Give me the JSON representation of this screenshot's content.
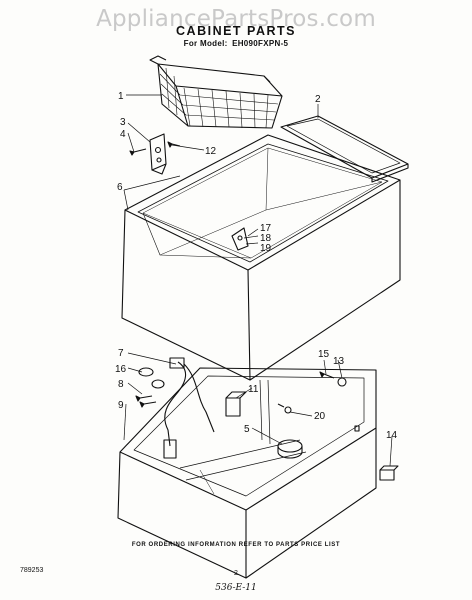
{
  "watermark": "AppliancePartsPros.com",
  "title": "CABINET PARTS",
  "model_label": "For Model:",
  "model_number": "EH090FXPN-5",
  "callouts": [
    "1",
    "2",
    "3",
    "4",
    "12",
    "6",
    "17",
    "18",
    "19",
    "7",
    "16",
    "8",
    "9",
    "11",
    "15",
    "13",
    "20",
    "5",
    "14"
  ],
  "footer_note": "FOR ORDERING INFORMATION REFER TO PARTS PRICE LIST",
  "publication_number": "789253",
  "page_number": "2",
  "handwritten_note": "536-E-11"
}
